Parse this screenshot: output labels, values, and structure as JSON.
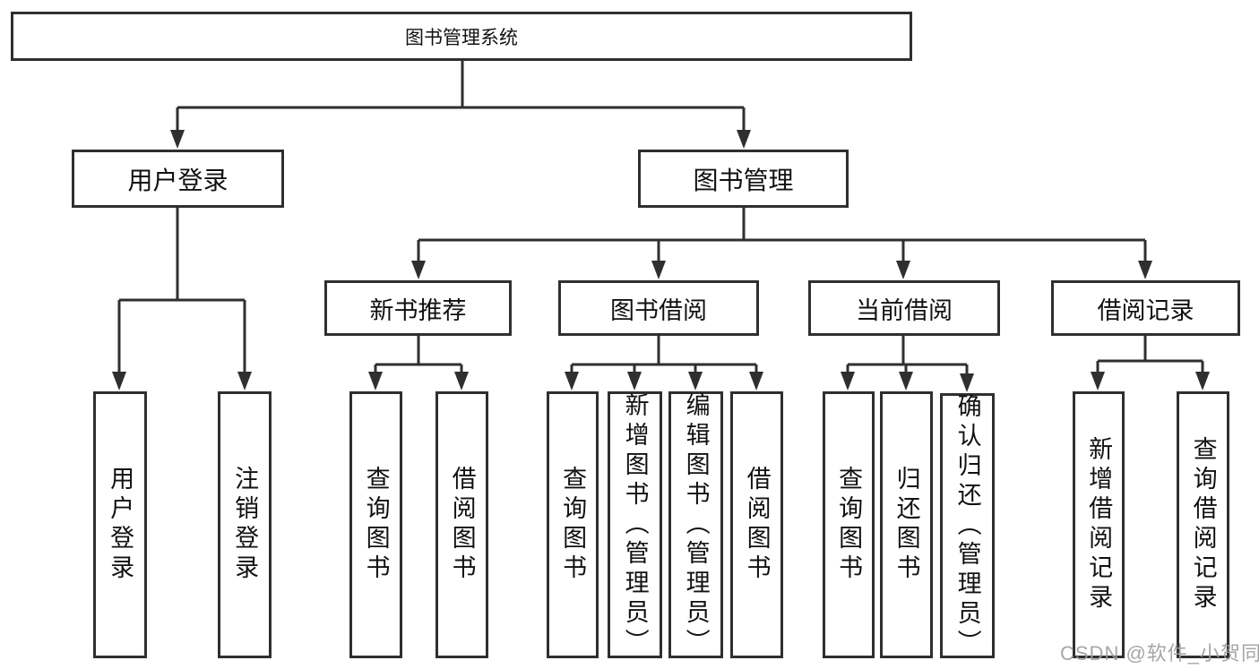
{
  "diagram": {
    "root": {
      "label": "图书管理系统"
    },
    "branches": [
      {
        "label": "用户登录",
        "leaves": [
          {
            "label": "用户登录"
          },
          {
            "label": "注销登录"
          }
        ]
      },
      {
        "label": "图书管理",
        "sections": [
          {
            "label": "新书推荐",
            "leaves": [
              {
                "label": "查询图书"
              },
              {
                "label": "借阅图书"
              }
            ]
          },
          {
            "label": "图书借阅",
            "leaves": [
              {
                "label": "查询图书"
              },
              {
                "label": "新增图书（管理员）"
              },
              {
                "label": "编辑图书（管理员）"
              },
              {
                "label": "借阅图书"
              }
            ]
          },
          {
            "label": "当前借阅",
            "leaves": [
              {
                "label": "查询图书"
              },
              {
                "label": "归还图书"
              },
              {
                "label": "确认归还（管理员）"
              }
            ]
          },
          {
            "label": "借阅记录",
            "leaves": [
              {
                "label": "新增借阅记录"
              },
              {
                "label": "查询借阅记录"
              }
            ]
          }
        ]
      }
    ]
  },
  "watermark": {
    "text": "CSDN @软件_小贺同学"
  },
  "colors": {
    "line": "#2f2f2f",
    "text": "#111111",
    "background": "#ffffff",
    "watermark": "#9e9e9e"
  }
}
